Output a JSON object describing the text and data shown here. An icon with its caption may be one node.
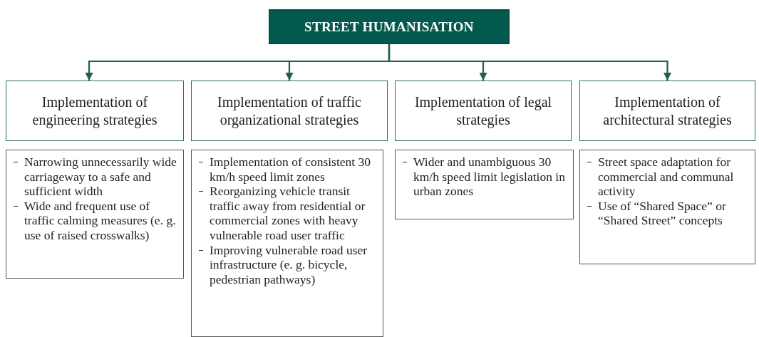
{
  "diagram": {
    "nodes": [
      {
        "text": [
          "STREET HUMANISATION"
        ]
      },
      {
        "text": [
          "Implementation of engineering strategies"
        ]
      },
      {
        "text": [
          "Implementation of traffic organizational strategies"
        ]
      },
      {
        "text": [
          "Implementation of legal strategies"
        ]
      },
      {
        "text": [
          "Implementation of architectural strategies"
        ]
      },
      {
        "text": [
          "Narrowing unnecessarily wide carriageway to a safe and sufficient width",
          "Wide and frequent use of traffic calming measures (e. g. use of raised crosswalks)"
        ]
      },
      {
        "text": [
          "Implementation of consistent 30 km/h speed limit zones",
          "Reorganizing vehicle transit traffic away from residential or commercial zones with heavy vulnerable road user traffic",
          "Improving vulnerable road user infrastructure (e. g. bicycle, pedestrian pathways)"
        ]
      },
      {
        "text": [
          "Wider and unambiguous 30 km/h speed limit legislation in urban zones"
        ]
      },
      {
        "text": [
          "Street space adaptation for commercial and communal activity",
          "Use of “Shared Space” or “Shared Street” concepts"
        ]
      }
    ],
    "edges": [
      {
        "from": 0,
        "to": 1,
        "arrow": "to"
      },
      {
        "from": 0,
        "to": 2,
        "arrow": "to"
      },
      {
        "from": 0,
        "to": 3,
        "arrow": "to"
      },
      {
        "from": 0,
        "to": 4,
        "arrow": "to"
      }
    ]
  }
}
